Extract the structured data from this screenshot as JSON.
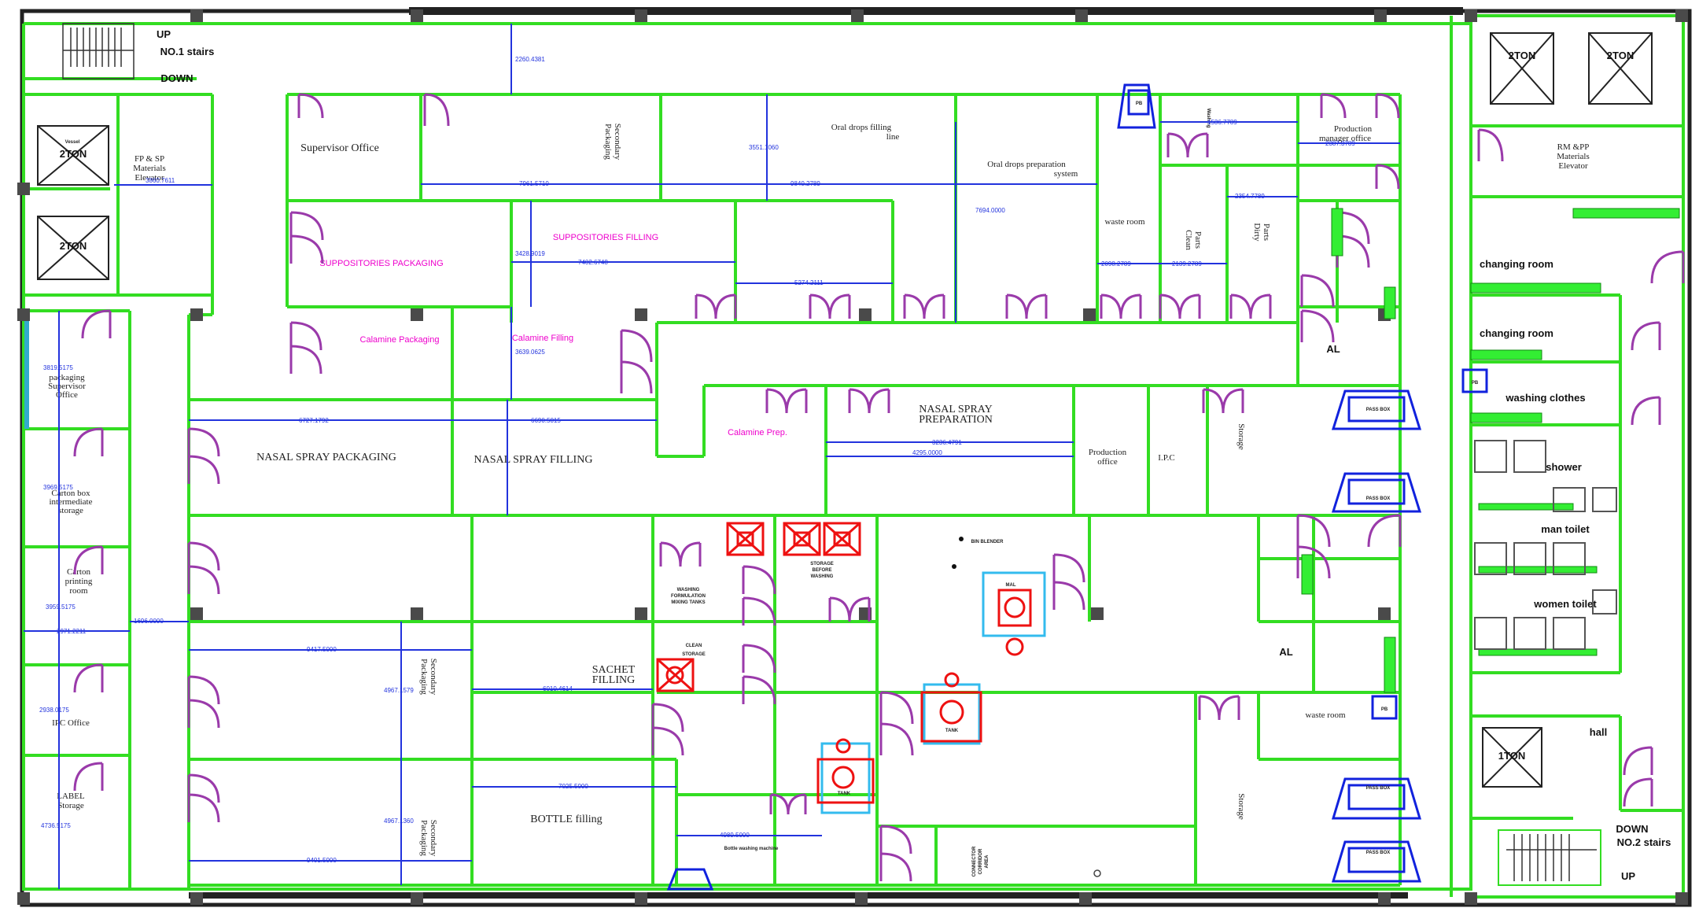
{
  "rooms": {
    "up_stairs_1": "UP",
    "no1_stairs": "NO.1 stairs",
    "down_1": "DOWN",
    "elevator_2ton": "2TON",
    "fp_sp_elevator": [
      "FP & SP",
      "Materials",
      "Elevator"
    ],
    "supervisor_office": "Supervisor Office",
    "secondary_packaging_top": [
      "Secondary",
      "Packaging"
    ],
    "oral_drops_filling": [
      "Oral drops filling",
      "line"
    ],
    "oral_drops_preparation": [
      "Oral drops preparation",
      "system"
    ],
    "waste_room_top": "waste room",
    "washing": "Washing",
    "clean_parts": [
      "Clean",
      "Parts"
    ],
    "dirty_parts": [
      "Dirty",
      "Parts"
    ],
    "production_manager_office": [
      "Production",
      "manager office"
    ],
    "rm_pp_elevator": [
      "RM &PP",
      "Materials",
      "Elevator"
    ],
    "suppositories_filling": "SUPPOSITORIES FILLING",
    "suppositories_packaging": "SUPPOSITORIES PACKAGING",
    "calamine_packaging": "Calamine Packaging",
    "calamine_filling": "Calamine Filling",
    "calamine_prep": "Calamine Prep.",
    "changing_room_1": "changing room",
    "changing_room_2": "changing room",
    "washing_clothes": "washing clothes",
    "shower": "shower",
    "man_toilet": "man toilet",
    "women_toilet": "women toilet",
    "al_1": "AL",
    "al_2": "AL",
    "packaging_supervisor": [
      "packaging",
      "Supervisor",
      "Office"
    ],
    "nasal_spray_packaging": "NASAL SPRAY PACKAGING",
    "nasal_spray_filling": "NASAL SPRAY FILLING",
    "nasal_spray_preparation": [
      "NASAL SPRAY",
      "PREPARATION"
    ],
    "production_office": [
      "Production",
      "office"
    ],
    "ipc": "I.P.C",
    "storage_right": "Storage",
    "carton_box_storage": [
      "Carton box",
      "intermediate",
      "storage"
    ],
    "carton_printing": [
      "Carton",
      "printing",
      "room"
    ],
    "ipc_office": "IPC Office",
    "label_storage": [
      "LABEL",
      "Storage"
    ],
    "secondary_packaging_mid": [
      "Secondary",
      "Packaging"
    ],
    "secondary_packaging_low": [
      "Secondary",
      "Packaging"
    ],
    "sachet_filling": [
      "SACHET",
      "FILLING"
    ],
    "bottle_filling": "BOTTLE filling",
    "clean_storage": [
      "CLEAN",
      "STORAGE"
    ],
    "storage_before_washing": [
      "STORAGE",
      "BEFORE",
      "WASHING"
    ],
    "washing_formulation": [
      "WASHING",
      "FORMULATION",
      "MIXING TANKS"
    ],
    "waste_room_mid": "waste room",
    "storage_lower": "Storage",
    "hall": "hall",
    "elevator_1ton": "1TON",
    "down_2": "DOWN",
    "no2_stairs": "NO.2 stairs",
    "up_2": "UP",
    "bin_blender": "BIN BLENDER",
    "mal": "MAL",
    "connector_corridor": [
      "CONNECTOR",
      "CORRIDOR",
      "AREA"
    ],
    "bottle_washing_machine": "Bottle washing machine",
    "vessel_label": "Vessel",
    "pass_box_1": "PASS BOX",
    "pass_box_2": "PASS BOX",
    "pass_box_3": "PASS BOX",
    "pass_box_4": "PASS BOX",
    "pb": "PB",
    "tank": "TANK"
  },
  "dimensions": {
    "d1": "2260.4381",
    "d2": "3860.7611",
    "d3": "3551.1060",
    "d4": "7961.5710",
    "d5": "9840.2789",
    "d6": "7694.0000",
    "d7": "1536.7789",
    "d8": "2387.3789",
    "d9": "2354.7789",
    "d10": "2098.2789",
    "d11": "2139.2789",
    "d12": "3428.9019",
    "d13": "7402.6748",
    "d14": "5274.2111",
    "d15": "3639.0625",
    "d16": "3819.5175",
    "d17": "6727.1792",
    "d18": "6690.5015",
    "d19": "3236.4791",
    "d20": "4295.0000",
    "d21": "3969.5175",
    "d22": "3959.5175",
    "d23": "2971.2211",
    "d24": "1696.0000",
    "d25": "9417.5000",
    "d26": "4967.1579",
    "d27": "6010.4614",
    "d28": "2938.0175",
    "d29": "7025.5000",
    "d30": "4736.5175",
    "d31": "4967.1360",
    "d32": "9401.5000",
    "d33": "4989.5000"
  },
  "colors": {
    "wall": "#33dd22",
    "door": "#9a3aaa",
    "dimension": "#2233dd",
    "equipment": "#ee1111",
    "label_magenta": "#ee00cc"
  }
}
